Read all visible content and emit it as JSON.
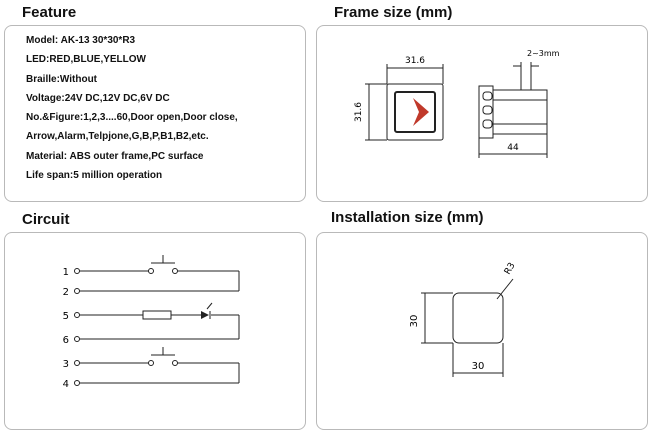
{
  "sections": {
    "feature_title": "Feature",
    "frame_title": "Frame size (mm)",
    "circuit_title": "Circuit",
    "install_title": "Installation size (mm)"
  },
  "feature": {
    "items": [
      "Model: AK-13  30*30*R3",
      "LED:RED,BLUE,YELLOW",
      "Braille:Without",
      "Voltage:24V DC,12V DC,6V DC",
      "No.&Figure:1,2,3....60,Door open,Door close,",
      "Arrow,Alarm,Telpjone,G,B,P,B1,B2,etc.",
      "Material: ABS outer frame,PC surface",
      "Life span:5 million operation"
    ]
  },
  "frame": {
    "width_label": "31.6",
    "height_label": "31.6",
    "depth_label": "44",
    "gap_label": "2~3mm",
    "arrow_color": "#c0392b"
  },
  "circuit": {
    "pins": [
      "1",
      "2",
      "5",
      "6",
      "3",
      "4"
    ]
  },
  "install": {
    "radius_label": "R3",
    "width_label": "30",
    "height_label": "30"
  }
}
